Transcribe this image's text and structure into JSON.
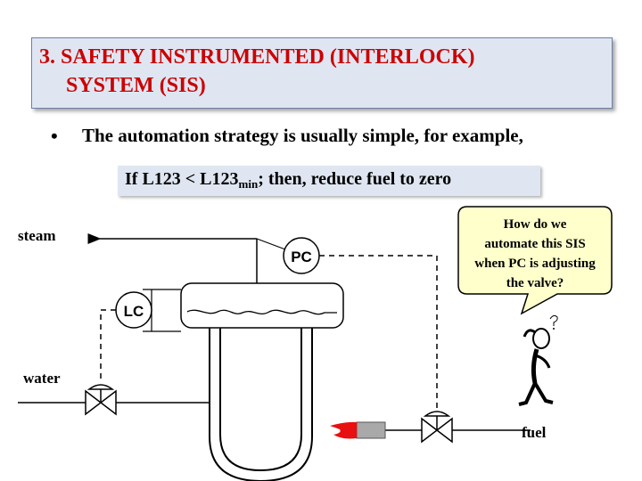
{
  "title": {
    "line1": "3.  SAFETY INSTRUMENTED (INTERLOCK)",
    "line2": "SYSTEM (SIS)"
  },
  "bullet": {
    "symbol": "•",
    "text": "The automation strategy  is usually simple, for example,"
  },
  "rule": {
    "prefix": "If L123 <  L123",
    "subscript": "min",
    "suffix": "; then, reduce fuel to zero"
  },
  "diagram": {
    "steam_label": "steam",
    "water_label": "water",
    "fuel_label": "fuel",
    "pc_label": "PC",
    "lc_label": "LC"
  },
  "callout": {
    "line1": "How do we",
    "line2": "automate this SIS",
    "line3": "when PC is adjusting",
    "line4": "the valve?"
  },
  "colors": {
    "title_text": "#cc0000",
    "box_fill": "#dfe6f2",
    "callout_fill": "#ffffcc",
    "flame": "#e81010",
    "burner": "#a9a9a9"
  },
  "icons": {
    "thinking_person": "confused-stick-figure-icon",
    "flame": "flame-icon"
  }
}
